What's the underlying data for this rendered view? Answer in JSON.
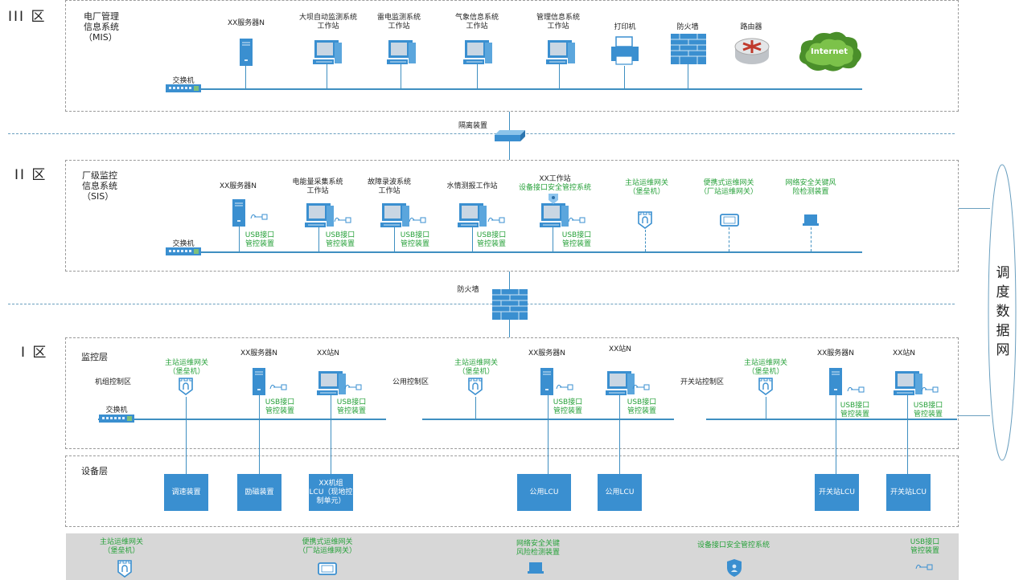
{
  "zones": {
    "z3": "III 区",
    "z2": "II 区",
    "z1": "I 区"
  },
  "mis": {
    "title": "电厂管理\n信息系统\n（MIS）",
    "switch": "交换机",
    "devices": {
      "server": "XX服务器N",
      "dam": "大坝自动监测系统\n工作站",
      "lightning": "雷电监测系统\n工作站",
      "weather": "气象信息系统\n工作站",
      "mgmt": "管理信息系统\n工作站",
      "printer": "打印机",
      "firewall": "防火墙",
      "router": "路由器",
      "internet": "Internet"
    }
  },
  "isolation": "隔离装置",
  "firewall2": "防火墙",
  "sis": {
    "title": "厂级监控\n信息系统\n（SIS）",
    "switch": "交换机",
    "devices": {
      "server": "XX服务器N",
      "energy": "电能量采集系统\n工作站",
      "fault": "故障录波系统\n工作站",
      "hydro": "水情测报工作站",
      "xx_ws": "XX工作站",
      "xx_ws_sub": "设备接口安全管控系统",
      "gw": "主站运维网关\n（堡垒机）",
      "portable": "便携式运维网关\n（厂站运维网关）",
      "netsec": "网络安全关键风\n险检测装置"
    },
    "usb": "USB接口\n管控装置"
  },
  "z1": {
    "monitor": "监控层",
    "device_layer": "设备层",
    "switch": "交换机",
    "usb": "USB接口\n管控装置",
    "gw": "主站运维网关\n（堡垒机）",
    "server": "XX服务器N",
    "station": "XX站N",
    "areas": {
      "unit": "机组控制区",
      "public": "公用控制区",
      "switchyard": "开关站控制区"
    },
    "devices": {
      "speed": "调速装置",
      "excite": "励磁装置",
      "lcu_unit": "XX机组\nLCU（现地控\n制单元）",
      "lcu_pub1": "公用LCU",
      "lcu_pub2": "公用LCU",
      "lcu_sw1": "开关站LCU",
      "lcu_sw2": "开关站LCU"
    }
  },
  "dispatch": "调\n度\n数\n据\n网",
  "legend": {
    "gw": "主站运维网关\n（堡垒机）",
    "portable": "便携式运维网关\n（厂站运维网关）",
    "netsec": "网络安全关键\n风险检测装置",
    "iface": "设备接口安全管控系统",
    "usb": "USB接口\n管控装置"
  },
  "colors": {
    "line": "#3f8fc1",
    "device": "#3a8fd0",
    "green": "#27a13a"
  }
}
